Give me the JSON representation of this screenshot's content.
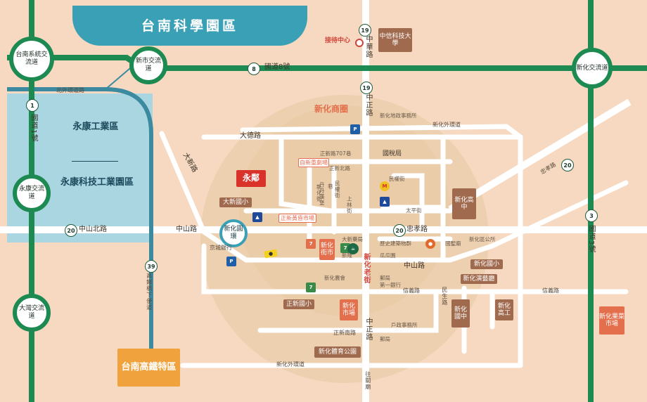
{
  "title": "台南科學園區",
  "project_logo": "永鄰",
  "roundabout": "新化圓環",
  "interchanges": [
    "台南系統交流道",
    "新市交流道",
    "新化交流道",
    "永康交流道",
    "大灣交流道"
  ],
  "shields": {
    "r19": "19",
    "r8": "8",
    "r1": "1",
    "r3": "3",
    "r20": "20",
    "r39": "39"
  },
  "roads": {
    "freeway8": "國道8號",
    "beiwai": "北外環道路",
    "freeway1": "國道1號",
    "freeway3": "國道3號",
    "zhongshan_north": "中山北路",
    "zhongshan": "中山路",
    "zhongxiao": "忠孝路",
    "zhonghua": "中華路",
    "zhongzheng": "中正路",
    "wangtian": "往關廟",
    "dade": "大德路",
    "daxin": "大新路",
    "xinhua_waihuan": "新化外環道",
    "zhongxiao_ext": "忠孝路",
    "hsr_road": "高鐵橋下便道",
    "xinyi": "信義路",
    "minsheng": "民生路",
    "zhengxin_south": "正新南路"
  },
  "districts": {
    "xinhua_shangquan": "新化商圈",
    "old_street": "新化老街"
  },
  "zones": {
    "yongkang_industrial": "永康工業區",
    "yongkang_tech": "永康科技工業園區",
    "hsr": "台南高鐵特區"
  },
  "poi": {
    "reception": "接待中心",
    "zhongxin_univ": "中信科技大學",
    "xinhua_high": "新化高中",
    "xinhua_elem": "新化國小",
    "art_hall": "新化演藝廳",
    "junior_high": "新化國中",
    "vocational": "新化高工",
    "zhengxin_elem": "正新國小",
    "stadium": "新化體育公園",
    "daxin_elem": "大新國小",
    "street_market": "新化街市",
    "xinhua_market": "新化市場",
    "fruit_market": "新化果菜市場",
    "theater": "自新重劇場",
    "zhengxin_market": "正新黃昏市場",
    "land_office": "新化地政事務所",
    "zhengxin_north": "正新北路",
    "lane707": "正新路707巷",
    "tax_bureau": "國稅局",
    "minquan_st": "民權街",
    "taiping_st": "太平街",
    "pharmacy": "大新藥局",
    "xinlong": "新隆",
    "historic": "歷史建築物群",
    "guayuan": "瓜瓜園",
    "farmers_assoc": "新化農會",
    "post": "郵局",
    "first_bank": "第一銀行",
    "district_office": "新化區公所",
    "guoxuan": "國聖廟",
    "household": "戶政事務所",
    "jingcheng_bank": "京城銀行",
    "danjin": "丹丹漢堡",
    "minhua": "民權街",
    "alley": "巷",
    "xinhua_st": "新化街",
    "shanglin": "上林街"
  }
}
